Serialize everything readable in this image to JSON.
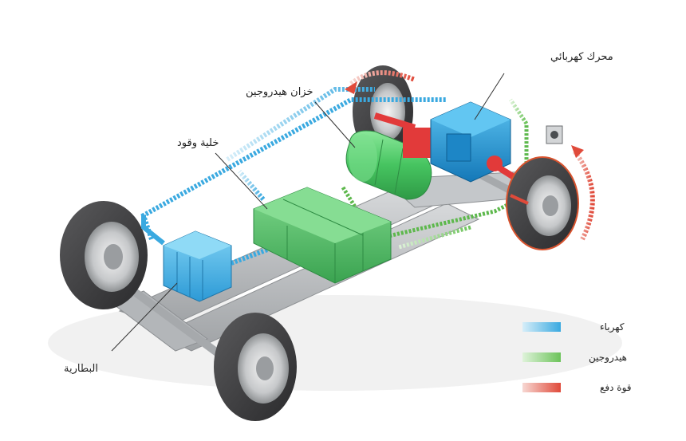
{
  "labels": {
    "motor": "محرك كهربائي",
    "tank": "خزان هيدروجين",
    "fuel_cell": "خلية وقود",
    "battery": "البطارية"
  },
  "legend": [
    {
      "label": "كهرباء",
      "color": "#3aa9e0"
    },
    {
      "label": "هيدروجين",
      "color": "#6cc35a"
    },
    {
      "label": "قوة دفع",
      "color": "#e04a3a"
    }
  ],
  "colors": {
    "electric": "#3aa9e0",
    "hydrogen": "#6cc35a",
    "thrust": "#e04a3a",
    "motor_body": "#1e8fd0",
    "tank_body": "#4fcf6c",
    "fuel_cell_body": "#58c36a",
    "battery_body": "#4fb6e8",
    "chassis": "#b9bcbf",
    "tire": "#3e3e40"
  }
}
